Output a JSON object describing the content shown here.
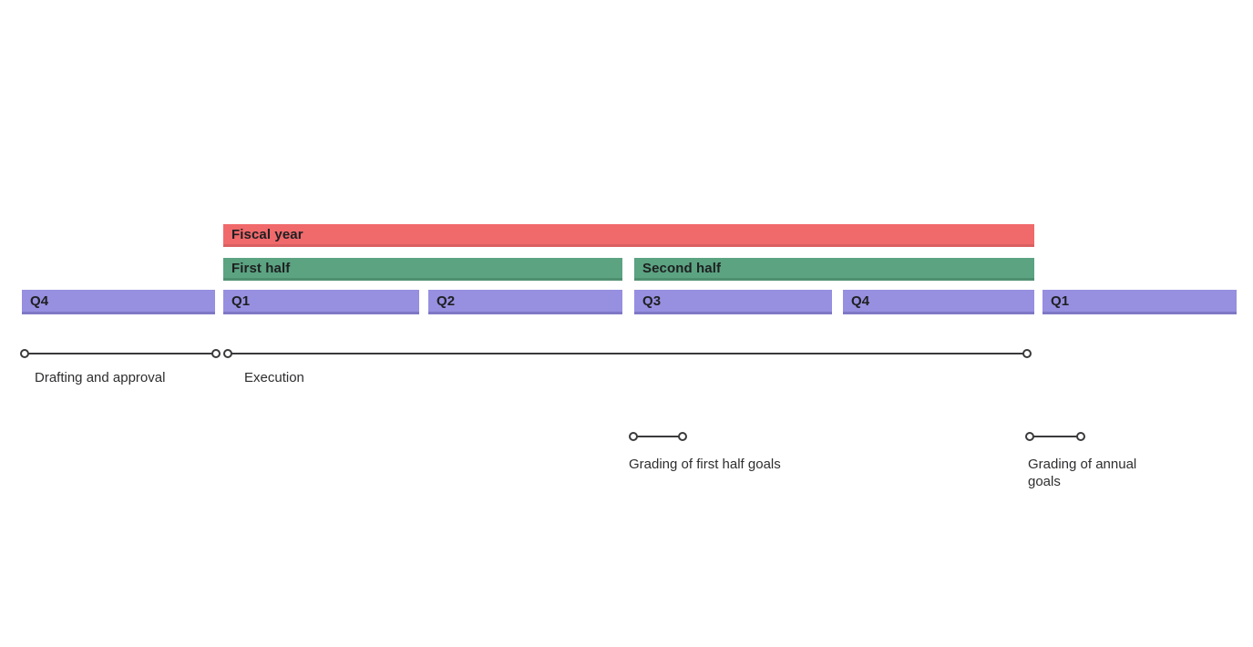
{
  "colors": {
    "bar-red": "#f0696b",
    "bar-red-edge": "#da5f61",
    "bar-green": "#5ba381",
    "bar-green-edge": "#4e8f70",
    "bar-purple": "#978fe0",
    "bar-purple-edge": "#7f78c6",
    "line-dark": "#3a3a3c",
    "label-text": "#2e2e30",
    "bar-text": "#1e1f21"
  },
  "timeline": {
    "fiscal_year": {
      "label": "Fiscal year"
    },
    "halves": [
      {
        "label": "First half"
      },
      {
        "label": "Second half"
      }
    ],
    "quarters": [
      {
        "label": "Q4"
      },
      {
        "label": "Q1"
      },
      {
        "label": "Q2"
      },
      {
        "label": "Q3"
      },
      {
        "label": "Q4"
      },
      {
        "label": "Q1"
      }
    ],
    "phases": [
      {
        "label": "Drafting and approval"
      },
      {
        "label": "Execution"
      },
      {
        "label": "Grading of first half goals"
      },
      {
        "label": "Grading of annual goals"
      }
    ]
  }
}
